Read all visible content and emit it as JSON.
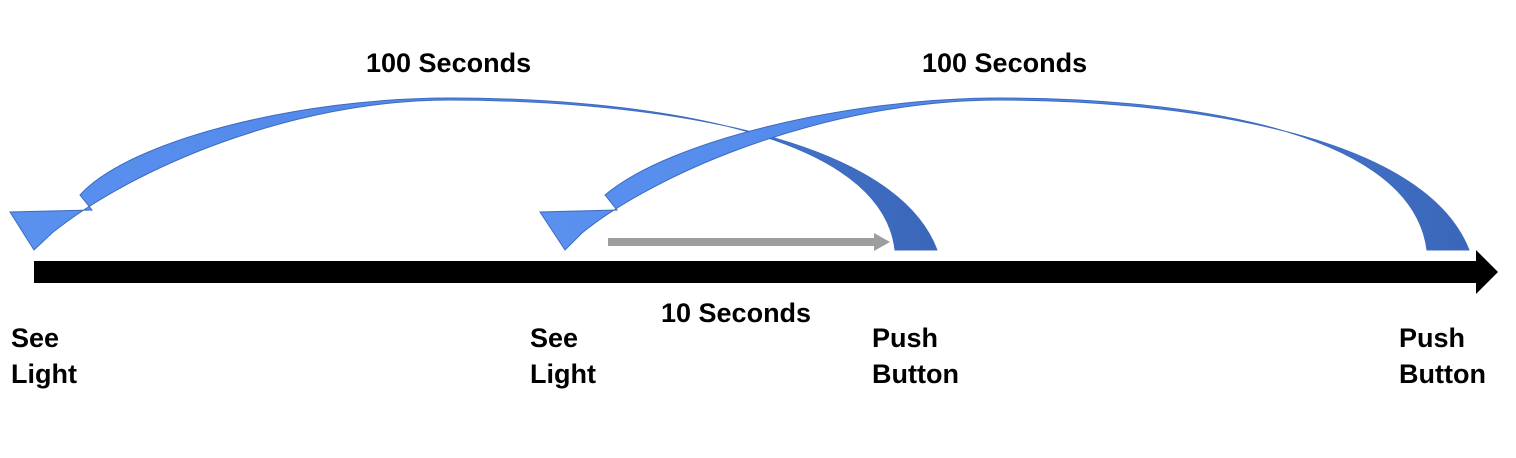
{
  "arcs": [
    {
      "label": "100 Seconds",
      "from": "Push Button",
      "to": "See Light"
    },
    {
      "label": "100 Seconds",
      "from": "Push Button",
      "to": "See Light"
    }
  ],
  "interval": {
    "label": "10 Seconds"
  },
  "events": [
    {
      "line1": "See",
      "line2": "Light"
    },
    {
      "line1": "See",
      "line2": "Light"
    },
    {
      "line1": "Push",
      "line2": "Button"
    },
    {
      "line1": "Push",
      "line2": "Button"
    }
  ],
  "colors": {
    "timeline": "#000000",
    "arc_light": "#4f86e8",
    "arc_dark": "#3d6bbf",
    "interval_arrow": "#9e9e9e"
  }
}
